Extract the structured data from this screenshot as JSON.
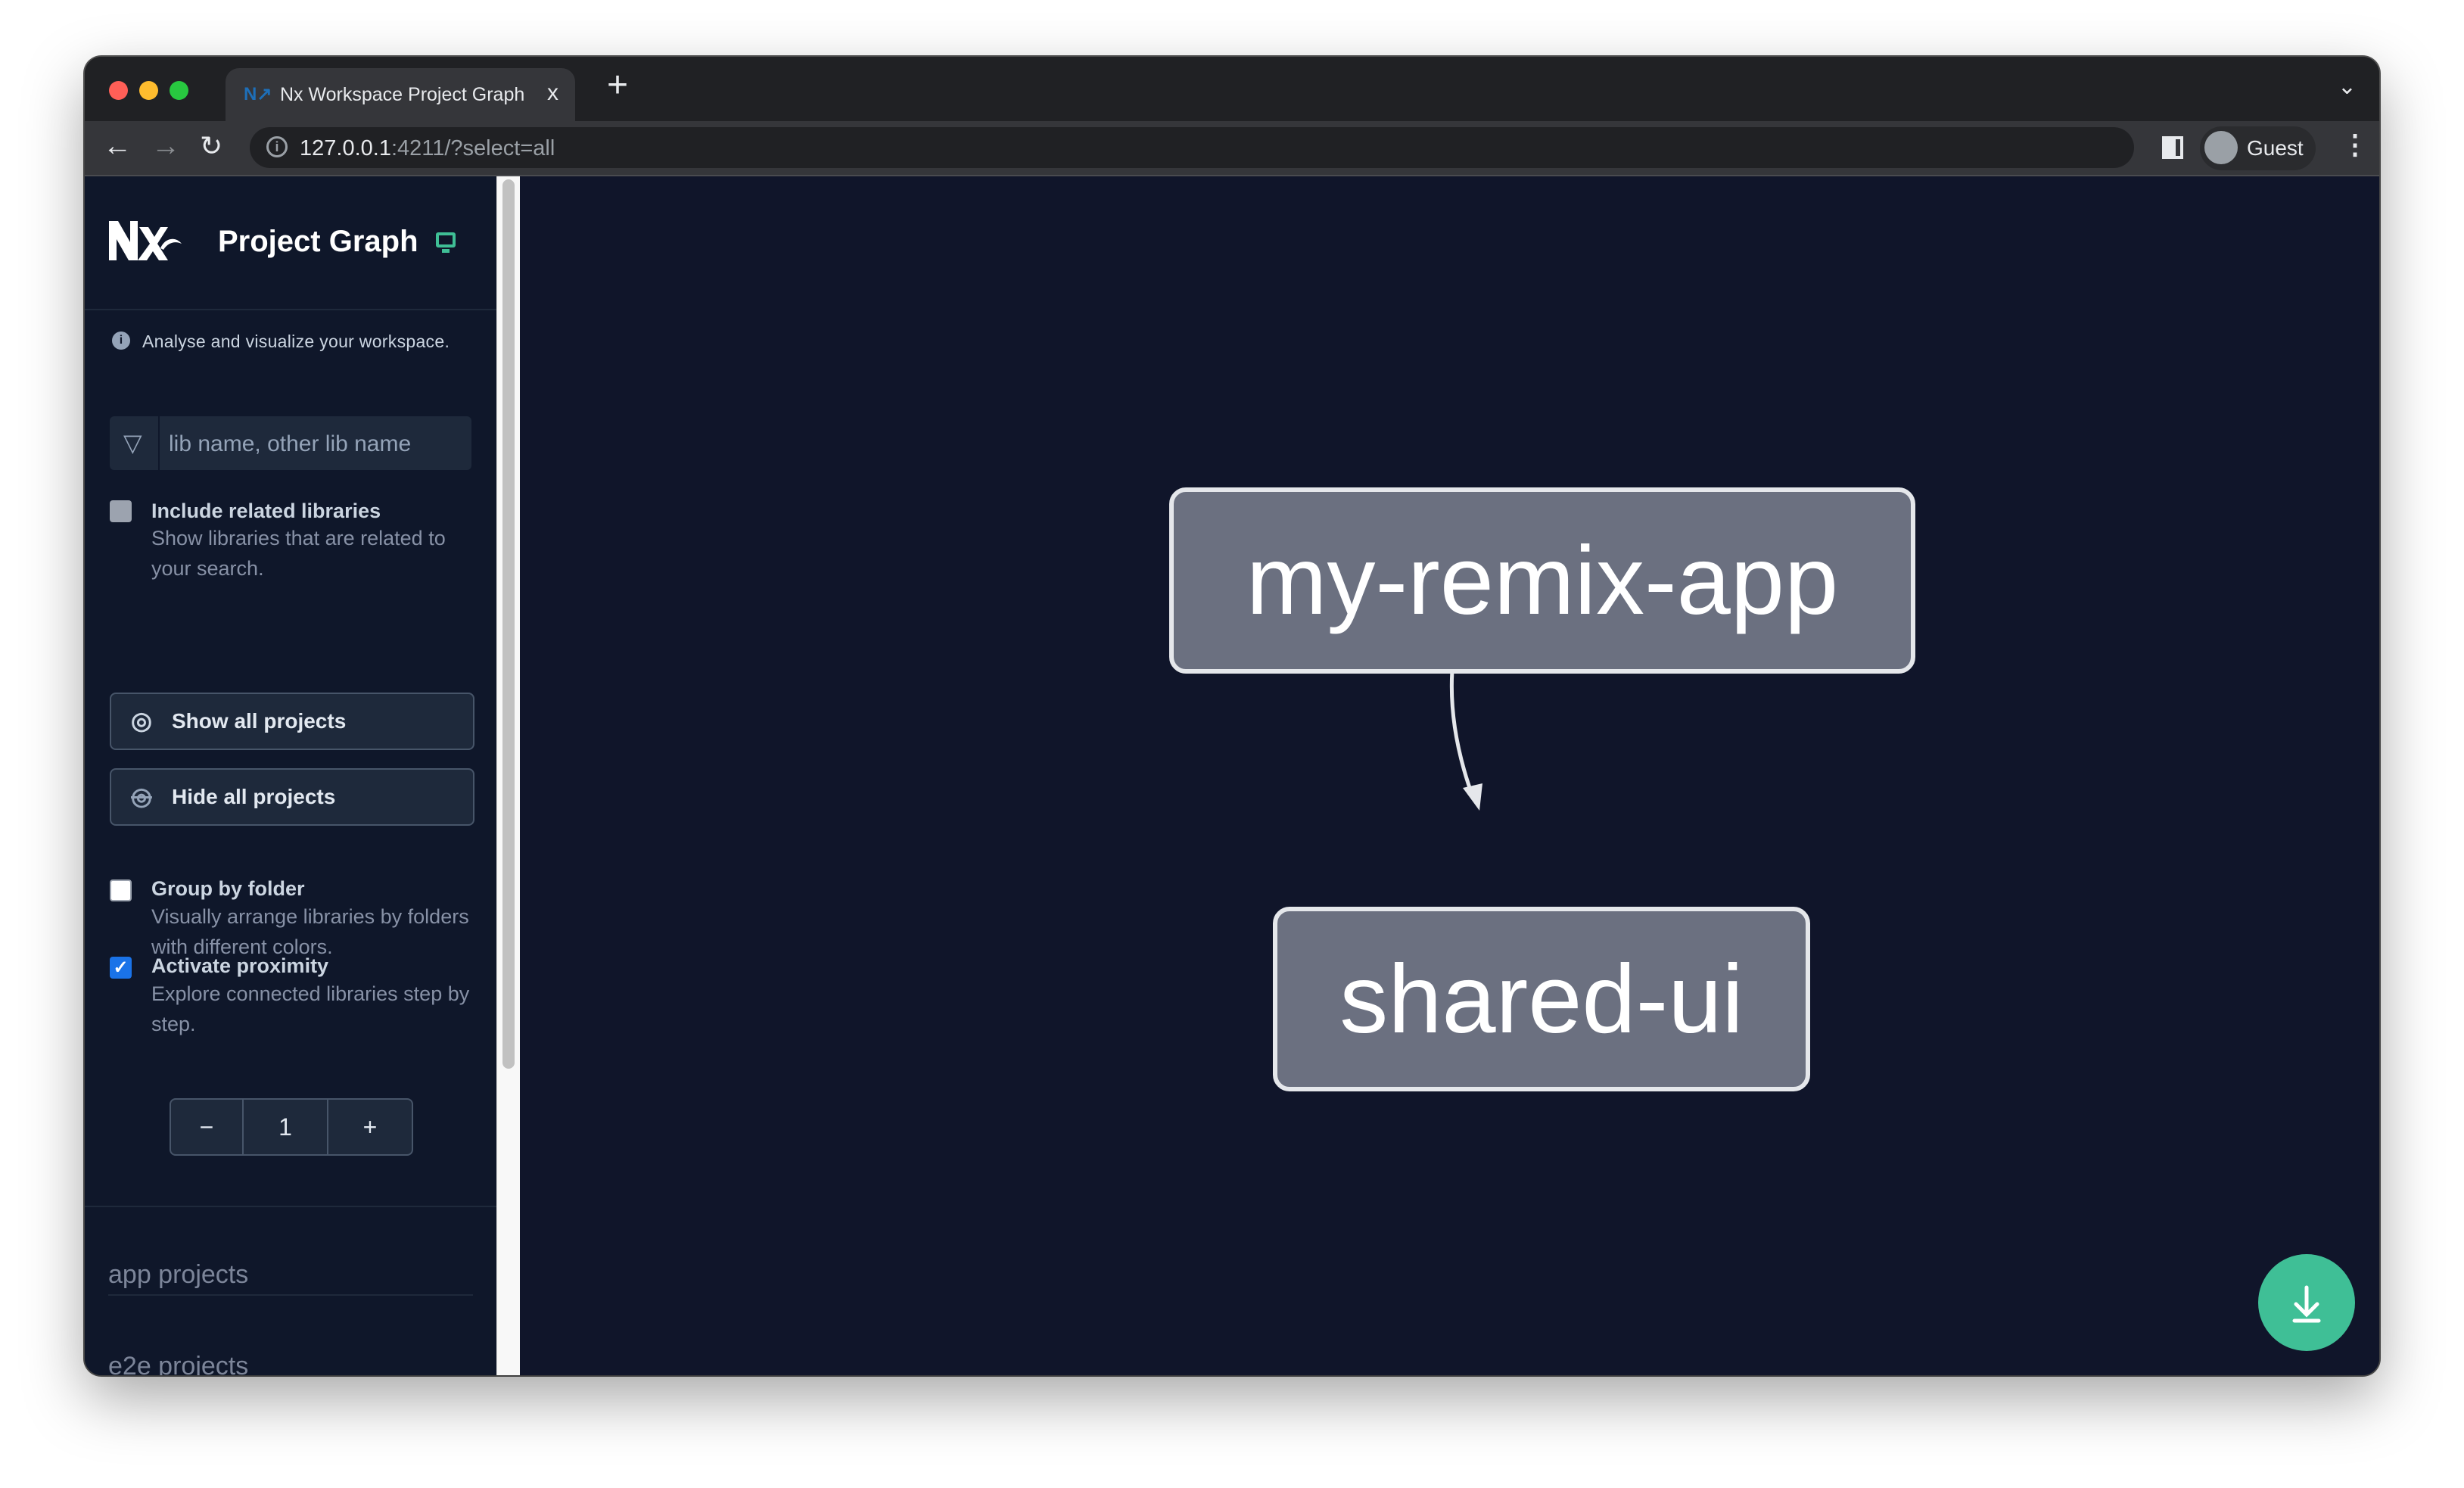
{
  "browser": {
    "tab_title": "Nx Workspace Project Graph",
    "tab_close": "x",
    "new_tab": "+",
    "url_host": "127.0.0.1",
    "url_rest": ":4211/?select=all",
    "profile": "Guest"
  },
  "sidebar": {
    "title": "Project Graph",
    "info": "Analyse and visualize your workspace.",
    "search_placeholder": "lib name, other lib name",
    "include_related": {
      "label": "Include related libraries",
      "description": "Show libraries that are related to your search.",
      "checked": false
    },
    "show_all": "Show all projects",
    "hide_all": "Hide all projects",
    "group_by_folder": {
      "label": "Group by folder",
      "description": "Visually arrange libraries by folders with different colors.",
      "checked": false
    },
    "activate_proximity": {
      "label": "Activate proximity",
      "description": "Explore connected libraries step by step.",
      "checked": true
    },
    "stepper": {
      "minus": "−",
      "value": "1",
      "plus": "+"
    },
    "groups": [
      "app projects",
      "e2e projects"
    ]
  },
  "graph": {
    "nodes": [
      "my-remix-app",
      "shared-ui"
    ],
    "edges": [
      {
        "from": "my-remix-app",
        "to": "shared-ui"
      }
    ]
  },
  "colors": {
    "accent": "#3fbf96",
    "checkbox": "#1a73e8",
    "node": "#6b7080",
    "background": "#10152a"
  }
}
